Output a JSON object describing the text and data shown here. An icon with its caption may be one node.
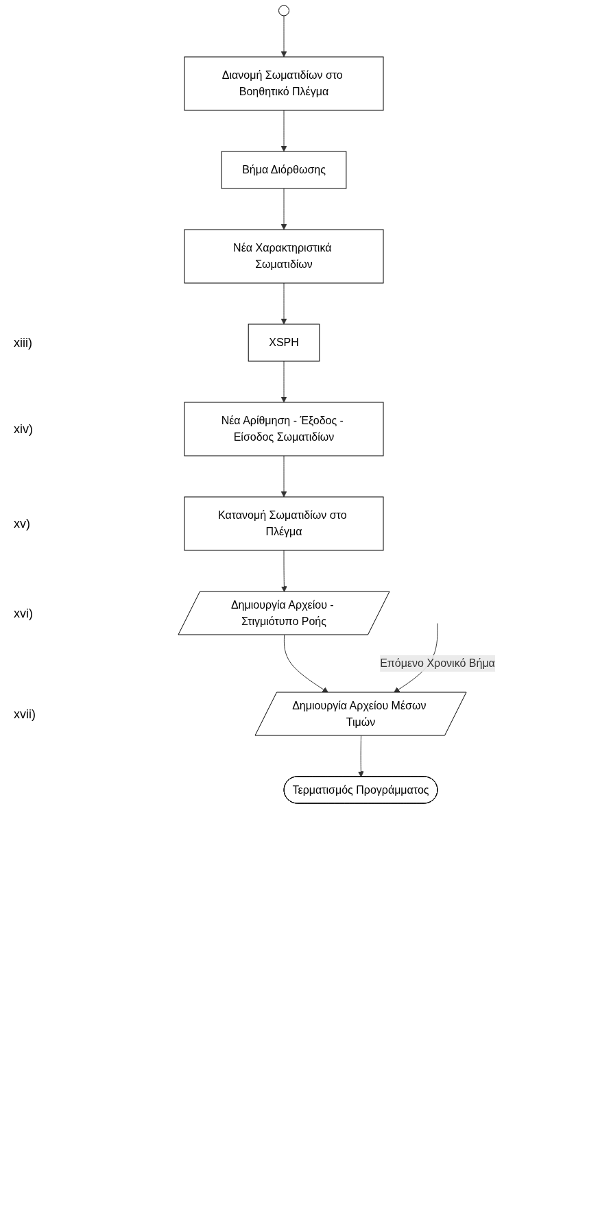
{
  "diagram": {
    "nodes": [
      {
        "text": [],
        "shape": "circle"
      },
      {
        "text": [
          "Διανομή Σωματιδίων στο Βοηθητικό Πλέγμα"
        ]
      },
      {
        "text": [
          "Βήμα Διόρθωσης"
        ]
      },
      {
        "text": [
          "Νέα Χαρακτηριστικά Σωματιδίων"
        ]
      },
      {
        "text": [
          "XSPH"
        ]
      },
      {
        "text": [
          "Νέα Αρίθμηση - Έξοδος - Είσοδος Σωματιδίων"
        ]
      },
      {
        "text": [
          "Κατανομή Σωματιδίων στο Πλέγμα"
        ]
      },
      {
        "text": [
          "Δημιουργία Αρχείου - Στιγμιότυπο Ροής"
        ]
      },
      {
        "text": [
          "Δημιουργία Αρχείου Μέσων Τιμών"
        ]
      },
      {
        "text": [
          "Τερματισμός Προγράμματος"
        ]
      }
    ],
    "edges": [
      {
        "from": 0,
        "to": 1,
        "arrow": "to"
      },
      {
        "from": 1,
        "to": 2,
        "arrow": "to"
      },
      {
        "from": 2,
        "to": 3,
        "arrow": "to"
      },
      {
        "from": 3,
        "to": 4,
        "arrow": "to"
      },
      {
        "from": 4,
        "to": 5,
        "arrow": "to"
      },
      {
        "from": 5,
        "to": 6,
        "arrow": "to"
      },
      {
        "from": 6,
        "to": 7,
        "arrow": "to"
      },
      {
        "from": 7,
        "to": 8,
        "arrow": "to"
      },
      {
        "from": null,
        "to": 8,
        "arrow": "to",
        "label": "Επόμενο Χρονικό Βήμα"
      },
      {
        "from": 8,
        "to": 9,
        "arrow": "to"
      }
    ],
    "labels": [
      "xiii)",
      "xiv)",
      "xv)",
      "xvi)",
      "xvii)"
    ]
  }
}
